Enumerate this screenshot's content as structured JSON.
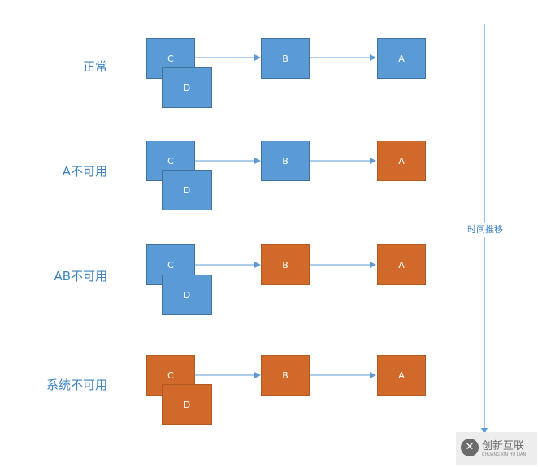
{
  "rows": [
    {
      "label": "正常",
      "c": "C",
      "d": "D",
      "b": "B",
      "a": "A",
      "c_state": "ok",
      "b_state": "ok",
      "a_state": "ok"
    },
    {
      "label": "A不可用",
      "c": "C",
      "d": "D",
      "b": "B",
      "a": "A",
      "c_state": "ok",
      "b_state": "ok",
      "a_state": "down"
    },
    {
      "label": "AB不可用",
      "c": "C",
      "d": "D",
      "b": "B",
      "a": "A",
      "c_state": "ok",
      "b_state": "down",
      "a_state": "down"
    },
    {
      "label": "系统不可用",
      "c": "C",
      "d": "D",
      "b": "B",
      "a": "A",
      "c_state": "down",
      "b_state": "down",
      "a_state": "down"
    }
  ],
  "timeline": {
    "label": "时间推移"
  },
  "watermark": {
    "logo": "✕",
    "name": "创新互联",
    "sub": "CHUANG XIN HU LIAN"
  },
  "colors": {
    "ok": "#5b9bd5",
    "down": "#d0692a",
    "arrow": "#5b9bd5",
    "label": "#3e83bf"
  }
}
